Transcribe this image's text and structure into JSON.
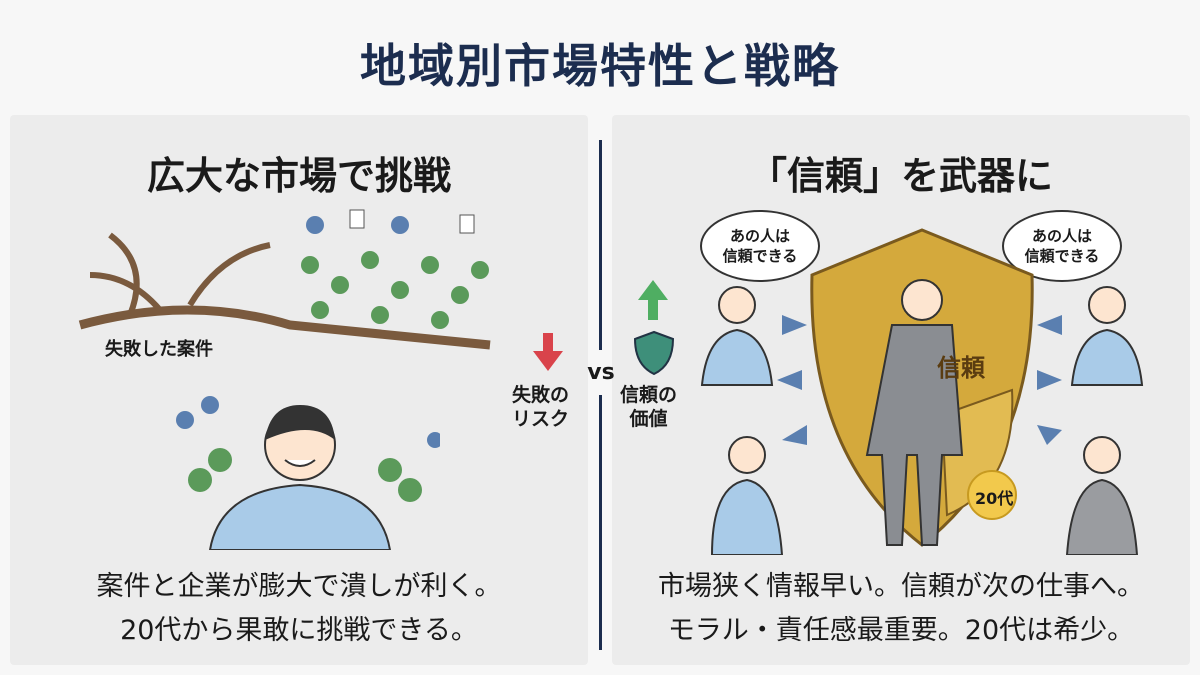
{
  "title": "地域別市場特性と戦略",
  "left": {
    "heading": "広大な市場で挑戦",
    "branch_label": "失敗した案件",
    "caption_lines": [
      "案件と企業が膨大で潰しが利く。",
      "20代から果敢に挑戦できる。"
    ]
  },
  "center": {
    "vs": "vs",
    "risk_label_1": "失敗の",
    "risk_label_2": "リスク",
    "trust_label_1": "信頼の",
    "trust_label_2": "価値",
    "colors": {
      "down_arrow": "#d9434b",
      "up_arrow": "#4fae62",
      "shield": "#3e8f7a"
    }
  },
  "right": {
    "heading": "「信頼」を武器に",
    "bubble_left": "あの人は\n信頼できる",
    "bubble_left_1": "あの人は",
    "bubble_left_2": "信頼できる",
    "bubble_right_1": "あの人は",
    "bubble_right_2": "信頼できる",
    "shield_text": "信頼",
    "badge_text": "20代",
    "caption_lines": [
      "市場狭く情報早い。信頼が次の仕事へ。",
      "モラル・責任感最重要。20代は希少。"
    ]
  },
  "colors": {
    "title": "#1c2d4f",
    "panel": "#ececec",
    "gold": "#d4a93c",
    "shirt": "#a9cbe8"
  }
}
